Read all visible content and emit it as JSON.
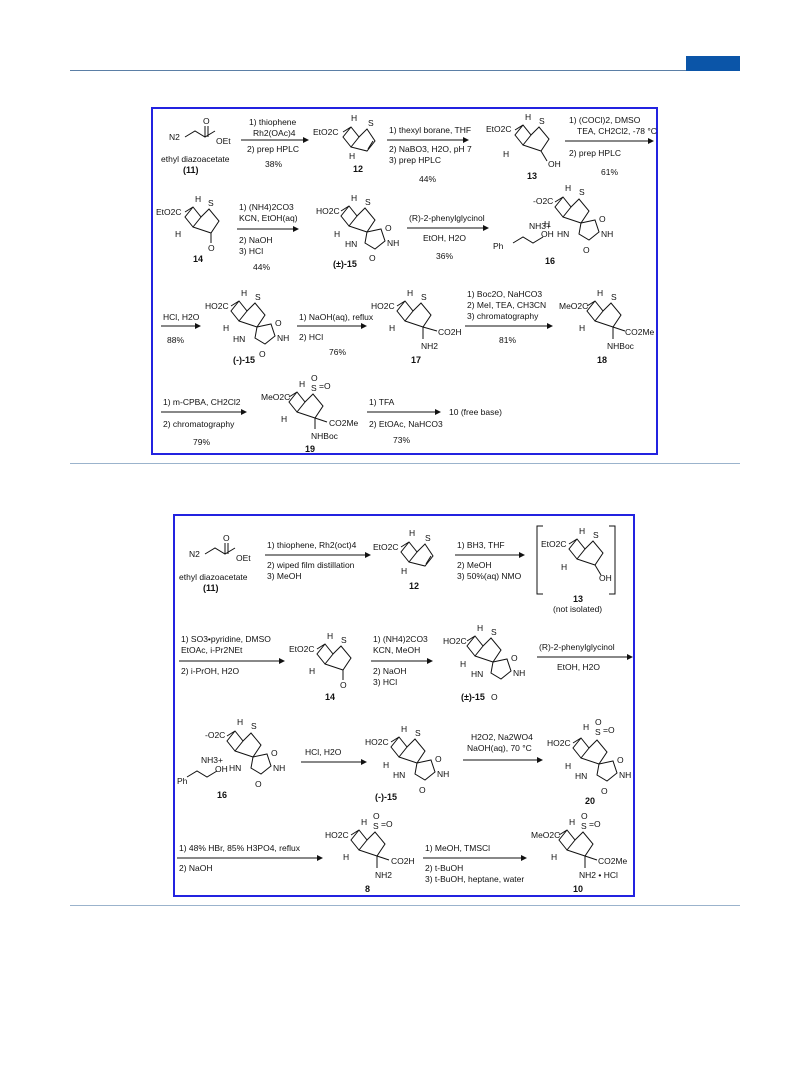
{
  "scheme1": {
    "row1": {
      "sm_formula": "N2",
      "sm_o": "O",
      "sm_oet": "OEt",
      "sm_name": "ethyl diazoacetate",
      "sm_num": "(11)",
      "a1_top1": "1) thiophene",
      "a1_top2": "Rh2(OAc)4",
      "a1_bot1": "2) prep HPLC",
      "a1_yield": "38%",
      "c12_label": "EtO2C",
      "c12_num": "12",
      "a2_top1": "1) thexyl borane, THF",
      "a2_bot1": "2) NaBO3, H2O, pH 7",
      "a2_bot2": "3) prep HPLC",
      "a2_yield": "44%",
      "c13_label": "EtO2C",
      "c13_oh": "OH",
      "c13_num": "13",
      "a3_top1": "1) (COCl)2, DMSO",
      "a3_top2": "TEA, CH2Cl2, -78 °C",
      "a3_bot1": "2) prep HPLC",
      "a3_yield": "61%"
    },
    "row2": {
      "c14_label": "EtO2C",
      "c14_o": "O",
      "c14_num": "14",
      "a4_top1": "1) (NH4)2CO3",
      "a4_top2": "KCN, EtOH(aq)",
      "a4_bot1": "2) NaOH",
      "a4_bot2": "3) HCl",
      "a4_yield": "44%",
      "c15_label": "HO2C",
      "c15_num": "(±)-15",
      "a5_top1": "(R)-2-phenylglycinol",
      "a5_bot1": "EtOH, H2O",
      "a5_yield": "36%",
      "c16_label": "-O2C",
      "c16_amine": "NH3+",
      "c16_ph": "Ph",
      "c16_oh": "OH",
      "c16_num": "16"
    },
    "row3": {
      "a6_top1": "HCl, H2O",
      "a6_yield": "88%",
      "c15m_label": "HO2C",
      "c15m_num": "(-)-15",
      "a7_top1": "1) NaOH(aq), reflux",
      "a7_bot1": "2) HCl",
      "a7_yield": "76%",
      "c17_label": "HO2C",
      "c17_co2h": "CO2H",
      "c17_nh2": "NH2",
      "c17_num": "17",
      "a8_top1": "1) Boc2O, NaHCO3",
      "a8_top2": "2) MeI, TEA, CH3CN",
      "a8_top3": "3) chromatography",
      "a8_yield": "81%",
      "c18_label": "MeO2C",
      "c18_ester": "CO2Me",
      "c18_nhboc": "NHBoc",
      "c18_num": "18"
    },
    "row4": {
      "a9_top1": "1) m-CPBA, CH2Cl2",
      "a9_bot1": "2) chromatography",
      "a9_yield": "79%",
      "c19_label": "MeO2C",
      "c19_ester": "CO2Me",
      "c19_nhboc": "NHBoc",
      "c19_num": "19",
      "a10_top1": "1) TFA",
      "a10_bot1": "2) EtOAc, NaHCO3",
      "a10_yield": "73%",
      "product": "10 (free base)"
    }
  },
  "scheme2": {
    "row1": {
      "sm_formula": "N2",
      "sm_o": "O",
      "sm_oet": "OEt",
      "sm_name": "ethyl diazoacetate",
      "sm_num": "(11)",
      "a1_top1": "1) thiophene, Rh2(oct)4",
      "a1_bot1": "2) wiped film distillation",
      "a1_bot2": "3) MeOH",
      "c12_label": "EtO2C",
      "c12_num": "12",
      "a2_top1": "1) BH3, THF",
      "a2_bot1": "2) MeOH",
      "a2_bot2": "3) 50%(aq) NMO",
      "c13_label": "EtO2C",
      "c13_oh": "OH",
      "c13_num": "13",
      "c13_note": "(not isolated)"
    },
    "row2": {
      "a3_top1": "1) SO3•pyridine, DMSO",
      "a3_top2": "EtOAc, i-Pr2NEt",
      "a3_bot1": "2) i-PrOH, H2O",
      "c14_label": "EtO2C",
      "c14_num": "14",
      "a4_top1": "1) (NH4)2CO3",
      "a4_top2": "KCN, MeOH",
      "a4_bot1": "2) NaOH",
      "a4_bot2": "3) HCl",
      "c15_label": "HO2C",
      "c15_num": "(±)-15",
      "a5_top1": "(R)-2-phenylglycinol",
      "a5_bot1": "EtOH, H2O"
    },
    "row3": {
      "c16_label": "-O2C",
      "c16_amine": "NH3+",
      "c16_ph": "Ph",
      "c16_oh": "OH",
      "c16_num": "16",
      "a6_top1": "HCl, H2O",
      "c15m_label": "HO2C",
      "c15m_num": "(-)-15",
      "a7_top1": "H2O2, Na2WO4",
      "a7_top2": "NaOH(aq), 70 °C",
      "c20_label": "HO2C",
      "c20_num": "20"
    },
    "row4": {
      "a8_top1": "1) 48% HBr, 85% H3PO4, reflux",
      "a8_bot1": "2) NaOH",
      "c8_label": "HO2C",
      "c8_co2h": "CO2H",
      "c8_nh2": "NH2",
      "c8_num": "8",
      "a9_top1": "1) MeOH, TMSCl",
      "a9_bot1": "2) t-BuOH",
      "a9_bot2": "3) t-BuOH, heptane, water",
      "c10_label": "MeO2C",
      "c10_ester": "CO2Me",
      "c10_salt": "NH2 • HCl",
      "c10_num": "10"
    }
  }
}
